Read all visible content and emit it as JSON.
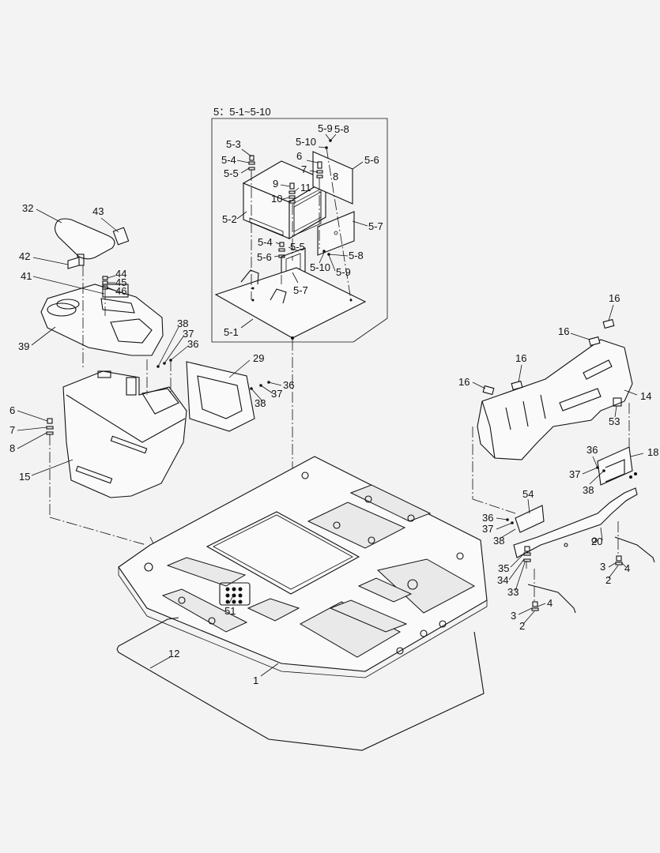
{
  "inset_title": "5：5-1~5-10",
  "callouts": [
    {
      "id": "c-5-9a",
      "text": "5-9"
    },
    {
      "id": "c-5-8a",
      "text": "5-8"
    },
    {
      "id": "c-5-3",
      "text": "5-3"
    },
    {
      "id": "c-5-10a",
      "text": "5-10"
    },
    {
      "id": "c-6a",
      "text": "6"
    },
    {
      "id": "c-5-6a",
      "text": "5-6"
    },
    {
      "id": "c-5-4a",
      "text": "5-4"
    },
    {
      "id": "c-7a",
      "text": "7"
    },
    {
      "id": "c-5-5a",
      "text": "5-5"
    },
    {
      "id": "c-8a",
      "text": "8"
    },
    {
      "id": "c-9",
      "text": "9"
    },
    {
      "id": "c-11",
      "text": "11"
    },
    {
      "id": "c-10",
      "text": "10"
    },
    {
      "id": "c-5-2",
      "text": "5-2"
    },
    {
      "id": "c-5-7a",
      "text": "5-7"
    },
    {
      "id": "c-5-4b",
      "text": "5-4"
    },
    {
      "id": "c-5-5b",
      "text": "5-5"
    },
    {
      "id": "c-5-6b",
      "text": "5-6"
    },
    {
      "id": "c-5-8b",
      "text": "5-8"
    },
    {
      "id": "c-5-10b",
      "text": "5-10"
    },
    {
      "id": "c-5-9b",
      "text": "5-9"
    },
    {
      "id": "c-5-7b",
      "text": "5-7"
    },
    {
      "id": "c-5-1",
      "text": "5-1"
    },
    {
      "id": "c-32",
      "text": "32"
    },
    {
      "id": "c-43",
      "text": "43"
    },
    {
      "id": "c-42",
      "text": "42"
    },
    {
      "id": "c-44",
      "text": "44"
    },
    {
      "id": "c-41",
      "text": "41"
    },
    {
      "id": "c-45",
      "text": "45"
    },
    {
      "id": "c-46",
      "text": "46"
    },
    {
      "id": "c-38a",
      "text": "38"
    },
    {
      "id": "c-37a",
      "text": "37"
    },
    {
      "id": "c-36a",
      "text": "36"
    },
    {
      "id": "c-39",
      "text": "39"
    },
    {
      "id": "c-29",
      "text": "29"
    },
    {
      "id": "c-36b",
      "text": "36"
    },
    {
      "id": "c-37b",
      "text": "37"
    },
    {
      "id": "c-38b",
      "text": "38"
    },
    {
      "id": "c-6b",
      "text": "6"
    },
    {
      "id": "c-7b",
      "text": "7"
    },
    {
      "id": "c-8b",
      "text": "8"
    },
    {
      "id": "c-15",
      "text": "15"
    },
    {
      "id": "c-16a",
      "text": "16"
    },
    {
      "id": "c-16b",
      "text": "16"
    },
    {
      "id": "c-16c",
      "text": "16"
    },
    {
      "id": "c-16d",
      "text": "16"
    },
    {
      "id": "c-14",
      "text": "14"
    },
    {
      "id": "c-53",
      "text": "53"
    },
    {
      "id": "c-36c",
      "text": "36"
    },
    {
      "id": "c-18",
      "text": "18"
    },
    {
      "id": "c-37c",
      "text": "37"
    },
    {
      "id": "c-38c",
      "text": "38"
    },
    {
      "id": "c-54",
      "text": "54"
    },
    {
      "id": "c-36d",
      "text": "36"
    },
    {
      "id": "c-37d",
      "text": "37"
    },
    {
      "id": "c-38d",
      "text": "38"
    },
    {
      "id": "c-20",
      "text": "20"
    },
    {
      "id": "c-35",
      "text": "35"
    },
    {
      "id": "c-3a",
      "text": "3"
    },
    {
      "id": "c-4a",
      "text": "4"
    },
    {
      "id": "c-34",
      "text": "34"
    },
    {
      "id": "c-2a",
      "text": "2"
    },
    {
      "id": "c-33",
      "text": "33"
    },
    {
      "id": "c-4b",
      "text": "4"
    },
    {
      "id": "c-3b",
      "text": "3"
    },
    {
      "id": "c-2b",
      "text": "2"
    },
    {
      "id": "c-51",
      "text": "51"
    },
    {
      "id": "c-12",
      "text": "12"
    },
    {
      "id": "c-1",
      "text": "1"
    }
  ]
}
